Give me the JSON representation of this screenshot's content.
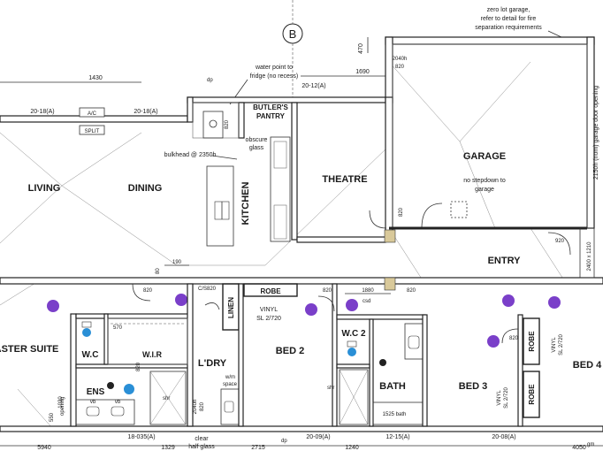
{
  "grid_marker": "B",
  "notes": {
    "zero_lot": [
      "zero lot garage,",
      "refer to detail for fire",
      "separation requirements"
    ],
    "water_point": [
      "water point to",
      "fridge (no recess)"
    ],
    "bulkhead": "bulkhead @ 2350h",
    "obscure": [
      "obscure",
      "glass"
    ],
    "no_stepdown": [
      "no stepdown to",
      "garage"
    ],
    "garage_door": "2150h (nom) garage door opening",
    "clear_half_glass": [
      "clear",
      "half glass"
    ],
    "wm_space": [
      "w/m",
      "space"
    ],
    "csd": "csd",
    "dp": "dp",
    "opening": "opening",
    "gm": "gm"
  },
  "rooms": {
    "living": "LIVING",
    "dining": "DINING",
    "kitchen": "KITCHEN",
    "butlers": [
      "BUTLER'S",
      "PANTRY"
    ],
    "theatre": "THEATRE",
    "garage": "GARAGE",
    "entry": "ENTRY",
    "master": "ASTER SUITE",
    "wc": "W.C",
    "wir": "W.I.R",
    "ens": "ENS",
    "linen": "LINEN",
    "robe": "ROBE",
    "ldry": "L'DRY",
    "bed2": "BED 2",
    "wc2": "W.C 2",
    "bath": "BATH",
    "bed3": "BED 3",
    "robe_v": "ROBE",
    "bed4": "BED 4",
    "bath_size": "1525 bath"
  },
  "dims": {
    "d1430": "1430",
    "d470": "470",
    "d2040h_top": [
      "2040h",
      "820"
    ],
    "d1690": "1690",
    "w2018a_1": "20-18(A)",
    "w2018a_2": "20-18(A)",
    "w2012a": "20-12(A)",
    "ac": "A/C",
    "split": "SPLIT",
    "d190": "190",
    "d80": "80",
    "d820_a": "820",
    "d820_cs": "820",
    "cs": "C/S",
    "d820_b": "820",
    "d1880": "1880",
    "d820_c": "820",
    "d820_d": "820",
    "d820_e": "820",
    "d920": "920",
    "d2400x1210": "2400 x 1210",
    "d820_g": "820",
    "d570": "570",
    "d820_ens": "820",
    "d1030": "1030",
    "d550": "550",
    "vinyl_1": [
      "VINYL",
      "SL 2/720"
    ],
    "vinyl_2": [
      "VINYL",
      "SL 2/720"
    ],
    "vinyl_3": [
      "VINYL",
      "SL 2/720"
    ],
    "w18035a": "18-035(A)",
    "w2009a": "20-09(A)",
    "w1215a": "12-15(A)",
    "w2008a": "20-08(A)",
    "d5940": "5940",
    "d1329": "1329",
    "d2715": "2715",
    "d1240": "1240",
    "d4050": "4050",
    "d2040h_ldry": [
      "2040h",
      "820"
    ],
    "vb_1": "vb",
    "vb_2": "vb",
    "shr_1": "shr",
    "shr_2": "shr"
  }
}
